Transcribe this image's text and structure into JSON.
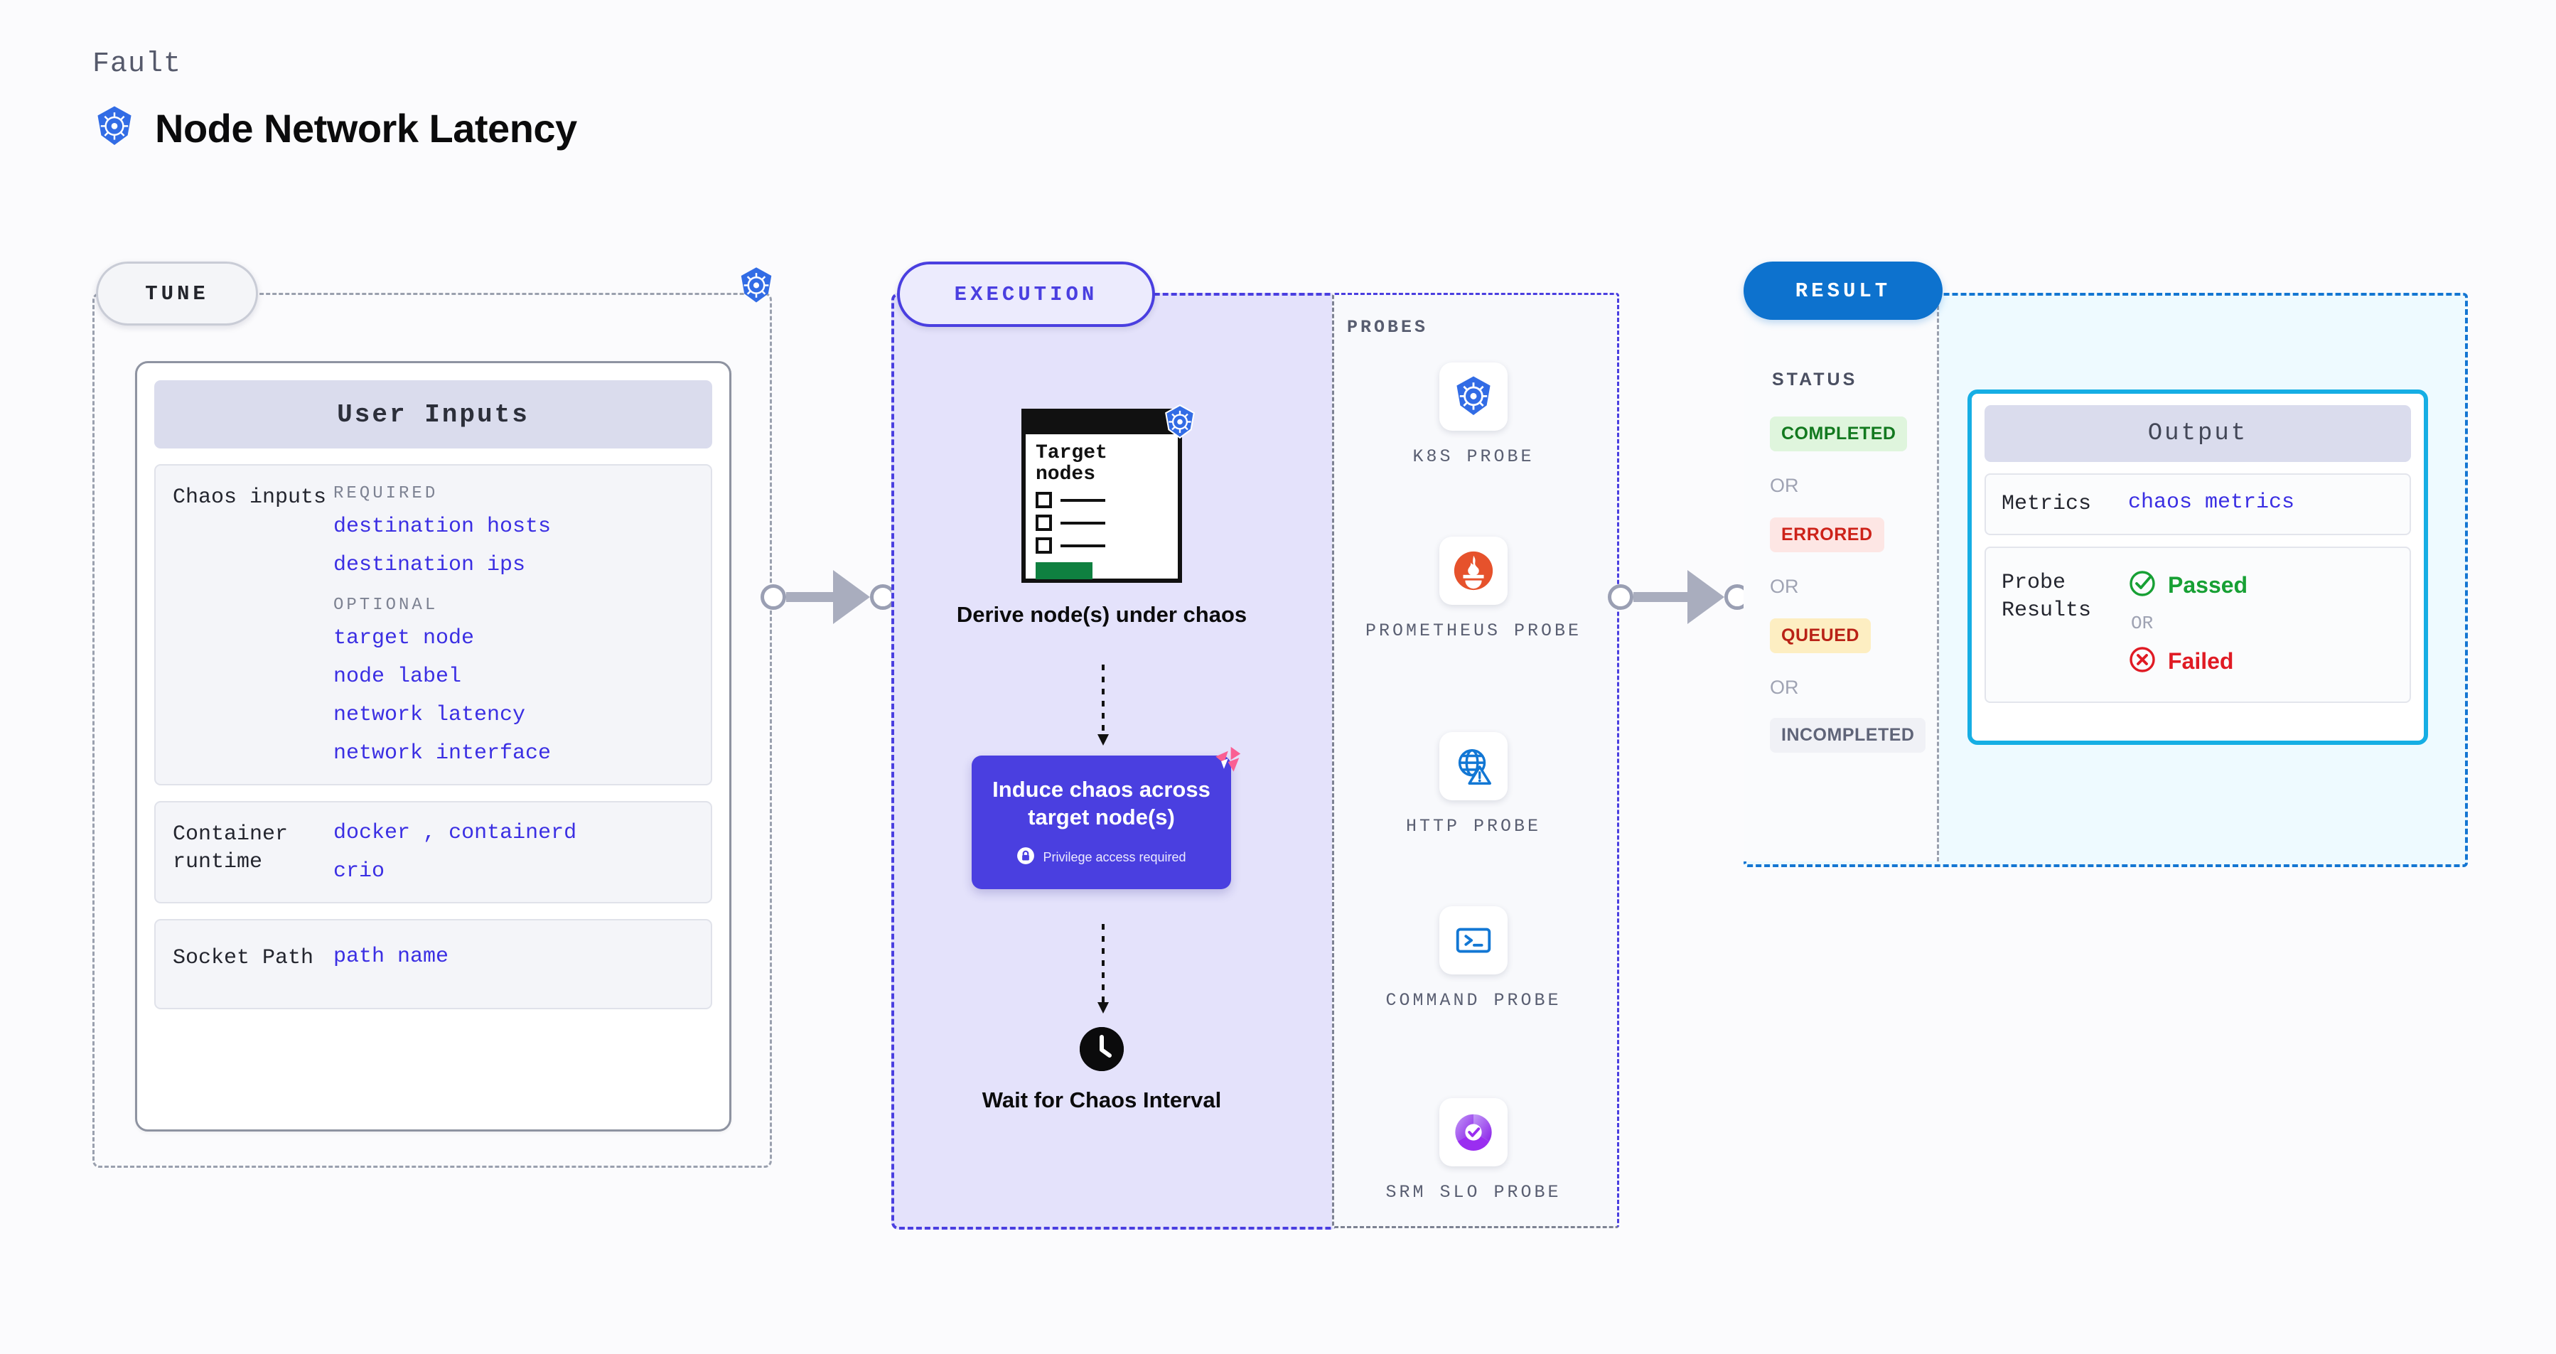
{
  "header": {
    "eyebrow": "Fault",
    "title": "Node Network Latency",
    "icon": "kubernetes-icon"
  },
  "colors": {
    "indigo": "#4a3fe0",
    "value_blue": "#3b2fe3",
    "k8s_blue": "#326ce5",
    "result_blue": "#0d72ce",
    "output_cyan": "#16aee4",
    "litmus_pink": "#fa5f93",
    "passed_green": "#17a034",
    "failed_red": "#e01b24",
    "doc_green": "#0f8040"
  },
  "tune": {
    "badge": "TUNE",
    "card_title": "User Inputs",
    "rows": [
      {
        "label": "Chaos inputs",
        "groups": [
          {
            "group_label": "REQUIRED",
            "values": [
              "destination hosts",
              "destination ips"
            ]
          },
          {
            "group_label": "OPTIONAL",
            "values": [
              "target node",
              "node label",
              "network latency",
              "network interface"
            ]
          }
        ]
      },
      {
        "label": "Container runtime",
        "values_line1": [
          "docker",
          "containerd"
        ],
        "separator": ",",
        "values_line2": [
          "crio"
        ]
      },
      {
        "label": "Socket Path",
        "values": [
          "path name"
        ]
      }
    ]
  },
  "execution": {
    "badge": "EXECUTION",
    "doc_card": {
      "title": "Target nodes",
      "checkbox_count": 3,
      "icon": "kubernetes-icon"
    },
    "steps": [
      {
        "name": "derive",
        "label": "Derive node(s) under chaos"
      },
      {
        "name": "induce",
        "label": "Induce chaos across target node(s)",
        "note": "Privilege access required",
        "note_icon": "lock-icon",
        "badge_icon": "litmuschaos-icon"
      },
      {
        "name": "wait",
        "label": "Wait for Chaos Interval",
        "icon": "clock-icon"
      }
    ]
  },
  "probes": {
    "title": "PROBES",
    "items": [
      {
        "label": "K8S PROBE",
        "icon": "kubernetes-icon"
      },
      {
        "label": "PROMETHEUS PROBE",
        "icon": "prometheus-icon"
      },
      {
        "label": "HTTP PROBE",
        "icon": "http-globe-icon"
      },
      {
        "label": "COMMAND PROBE",
        "icon": "terminal-icon"
      },
      {
        "label": "SRM SLO PROBE",
        "icon": "srm-slo-icon"
      }
    ]
  },
  "result": {
    "badge": "RESULT",
    "status_title": "STATUS",
    "or_label": "OR",
    "statuses": [
      {
        "label": "COMPLETED",
        "bg": "#dff5dd",
        "fg": "#12791f"
      },
      {
        "label": "ERRORED",
        "bg": "#fde6e4",
        "fg": "#cd2219"
      },
      {
        "label": "QUEUED",
        "bg": "#fdeec2",
        "fg": "#b92216"
      },
      {
        "label": "INCOMPLETED",
        "bg": "#f0f1f6",
        "fg": "#5f6478"
      }
    ],
    "output": {
      "title": "Output",
      "metrics_label": "Metrics",
      "metrics_value": "chaos metrics",
      "probe_results_label": "Probe Results",
      "passed_label": "Passed",
      "failed_label": "Failed",
      "or_label": "OR"
    }
  }
}
